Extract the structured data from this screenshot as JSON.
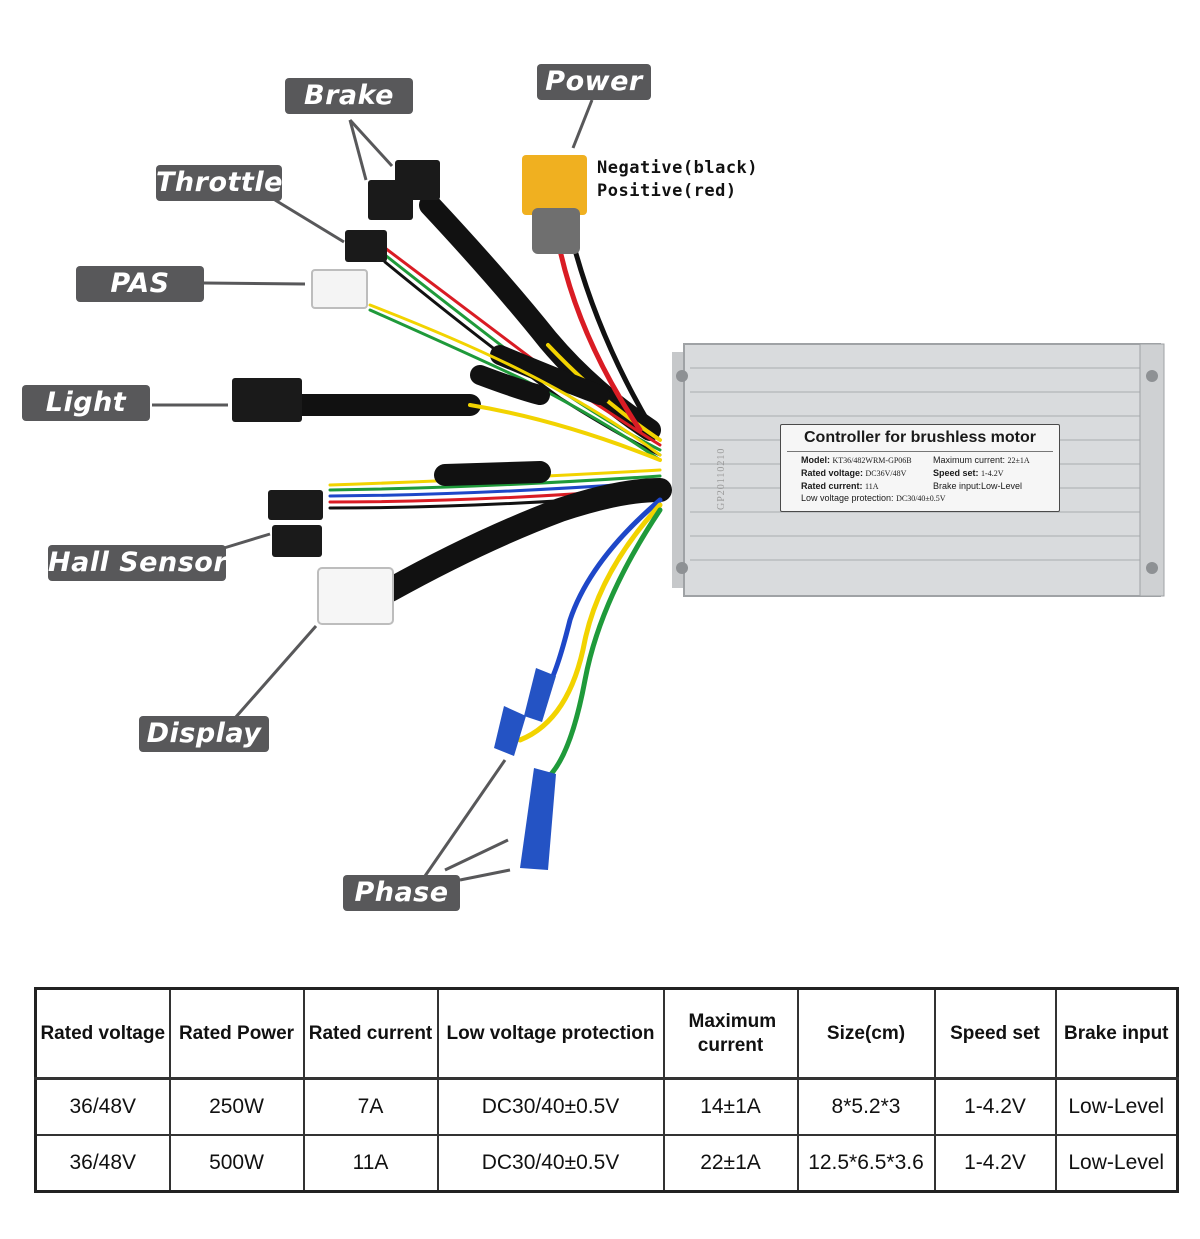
{
  "labels": {
    "brake": "Brake",
    "power": "Power",
    "throttle": "Throttle",
    "pas": "PAS",
    "light": "Light",
    "hall_sensor": "Hall Sensor",
    "display": "Display",
    "phase": "Phase"
  },
  "power_notes": {
    "negative": "Negative(black)",
    "positive": "Positive(red)"
  },
  "controller": {
    "stamp": "GP20110210",
    "nameplate": {
      "title": "Controller for brushless motor",
      "model_label": "Model:",
      "model_value": "KT36/482WRM-GP06B",
      "max_current_label": "Maximum current:",
      "max_current_value": "22±1A",
      "rated_voltage_label": "Rated voltage:",
      "rated_voltage_value": "DC36V/48V",
      "speed_set_label": "Speed set:",
      "speed_set_value": "1-4.2V",
      "rated_current_label": "Rated current:",
      "rated_current_value": "11A",
      "brake_input": "Brake input:Low-Level",
      "low_voltage_label": "Low voltage protection:",
      "low_voltage_value": "DC30/40±0.5V"
    }
  },
  "spec_table": {
    "headers": [
      "Rated voltage",
      "Rated Power",
      "Rated current",
      "Low voltage protection",
      "Maximum current",
      "Size(cm)",
      "Speed set",
      "Brake input"
    ],
    "rows": [
      [
        "36/48V",
        "250W",
        "7A",
        "DC30/40±0.5V",
        "14±1A",
        "8*5.2*3",
        "1-4.2V",
        "Low-Level"
      ],
      [
        "36/48V",
        "500W",
        "11A",
        "DC30/40±0.5V",
        "22±1A",
        "12.5*6.5*3.6",
        "1-4.2V",
        "Low-Level"
      ]
    ]
  },
  "colors": {
    "callout_bg": "#58585a",
    "housing": "#d9dbdd",
    "wire_red": "#d91c24",
    "wire_yellow": "#f2d300",
    "wire_green": "#1f9a3a",
    "wire_blue": "#1e47c8",
    "wire_black": "#111111",
    "connector_blue": "#2453c4",
    "xt60_yellow": "#f0b020"
  }
}
